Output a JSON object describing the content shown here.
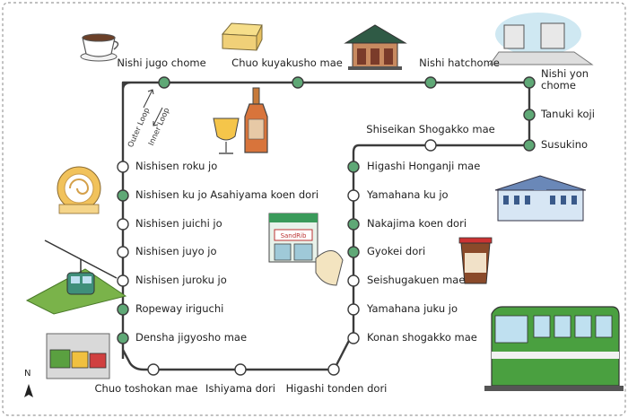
{
  "colors": {
    "route_line": "#3b3b3b",
    "station_green": "#5fa876",
    "station_white": "#ffffff",
    "border": "#9a9a9a",
    "tram_green": "#4aa040"
  },
  "loop_labels": {
    "outer": "Outer Loop",
    "inner": "Inner Loop"
  },
  "north_label": "N",
  "stations": {
    "nishi_jugo_chome": "Nishi jugo chome",
    "chuo_kuyakusho_mae": "Chuo kuyakusho mae",
    "nishi_hatchome": "Nishi hatchome",
    "nishi_yon_chome": "Nishi yon chome",
    "tanuki_koji": "Tanuki koji",
    "susukino": "Susukino",
    "shiseikan": "Shiseikan Shogakko mae",
    "higashi_honganji": "Higashi Honganji mae",
    "yamahana_ku": "Yamahana ku jo",
    "nakajima": "Nakajima koen dori",
    "gyokei": "Gyokei dori",
    "seishugakuen": "Seishugakuen mae",
    "yamahana_juku": "Yamahana juku jo",
    "konan": "Konan shogakko mae",
    "higashi_tonden": "Higashi tonden dori",
    "ishiyama": "Ishiyama dori",
    "chuo_toshokan": "Chuo toshokan mae",
    "densha_jigyosho": "Densha jigyosho mae",
    "ropeway": "Ropeway iriguchi",
    "nishisen_juroku": "Nishisen juroku jo",
    "nishisen_juyo": "Nishisen juyo jo",
    "nishisen_juichi": "Nishisen juichi jo",
    "nishisen_ku": "Nishisen ku jo Asahiyama koen dori",
    "nishisen_roku": "Nishisen roku jo"
  },
  "station_fill": {
    "nishi_jugo_chome": "green",
    "chuo_kuyakusho_mae": "green",
    "nishi_hatchome": "green",
    "nishi_yon_chome": "green",
    "tanuki_koji": "green",
    "susukino": "green",
    "shiseikan": "white",
    "higashi_honganji": "green",
    "yamahana_ku": "white",
    "nakajima": "green",
    "gyokei": "green",
    "seishugakuen": "white",
    "yamahana_juku": "white",
    "konan": "white",
    "higashi_tonden": "white",
    "ishiyama": "white",
    "chuo_toshokan": "white",
    "densha_jigyosho": "green",
    "ropeway": "green",
    "nishisen_juroku": "white",
    "nishisen_juyo": "white",
    "nishisen_juichi": "white",
    "nishisen_ku": "green",
    "nishisen_roku": "white"
  },
  "illustrations": {
    "coffee": "coffee-cup",
    "butter": "butter-block",
    "shrine": "shrine-building",
    "tower": "tv-tower-buildings",
    "beer": "beer-bottle-glass",
    "rollcake": "roll-cake",
    "ropeway": "ropeway-gondola",
    "shop": "sandwich-shop",
    "sandwich": "sandwich",
    "western_hall": "western-style-hall",
    "cafe_cup": "takeout-coffee",
    "tram": "green-tram",
    "trams_small": "tram-depot",
    "compass": "north-arrow-icon"
  }
}
